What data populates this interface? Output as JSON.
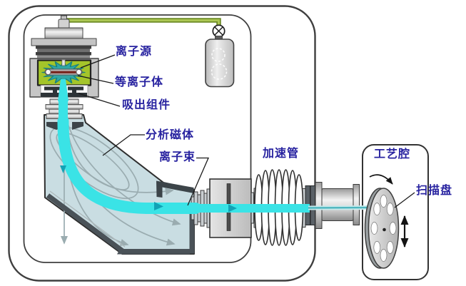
{
  "labels": {
    "ion_source": "离子源",
    "plasma": "等离子体",
    "extraction_assembly": "吸出组件",
    "analysis_magnet": "分析磁体",
    "ion_beam": "离子束",
    "acceleration_tube": "加速管",
    "process_chamber": "工艺腔",
    "scan_disk": "扫描盘"
  },
  "icons": {
    "gas_valve": "circle-with-x shutoff valve on the gas feed line",
    "rotation_arrow": "curved arrow showing scan-disk rotation",
    "scan_arrow": "vertical double-headed arrow showing disk up-down scan"
  },
  "colors": {
    "beam_cyan": "#3AE3E6",
    "beam_arrow": "#12A2B5",
    "magnet_fill": "#C9DDE2",
    "plasma_chamber_green": "#A4C52A",
    "plasma_teal": "#2FA7A6",
    "gas_line_green": "#8FAE35",
    "label_text": "#2823A0",
    "dark_metal": "#4A5258",
    "trajectory_gray": "#9AACB0",
    "background": "#FFFFFF"
  }
}
